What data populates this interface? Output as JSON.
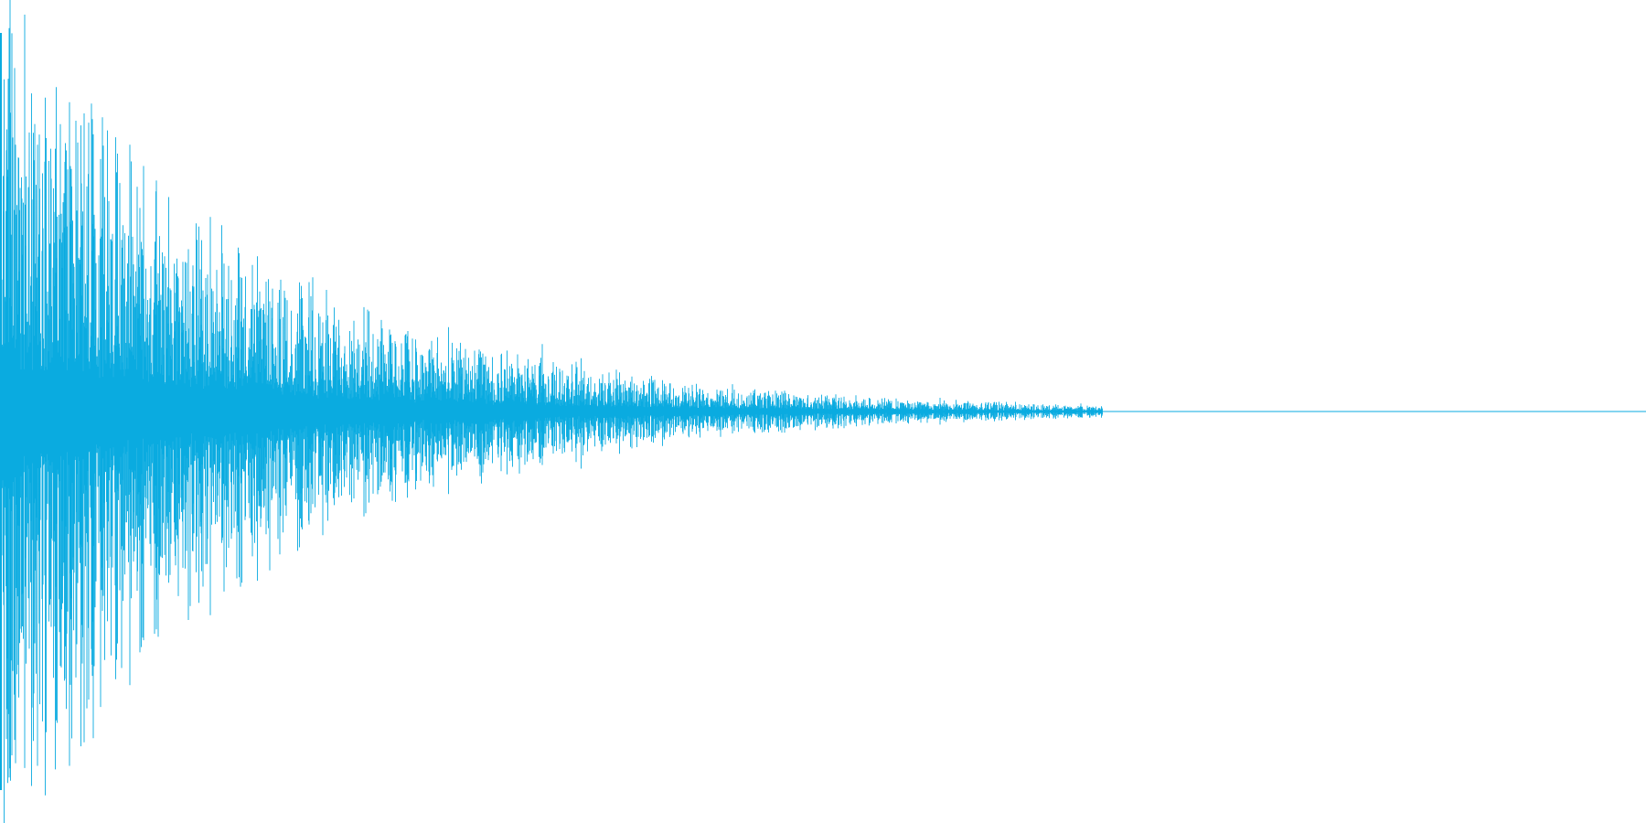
{
  "waveform": {
    "color": "#0aabe0",
    "background": "#ffffff",
    "peak_amplitude": 0.95,
    "decay": "exponential",
    "audible_until_fraction_of_duration": 0.67
  }
}
